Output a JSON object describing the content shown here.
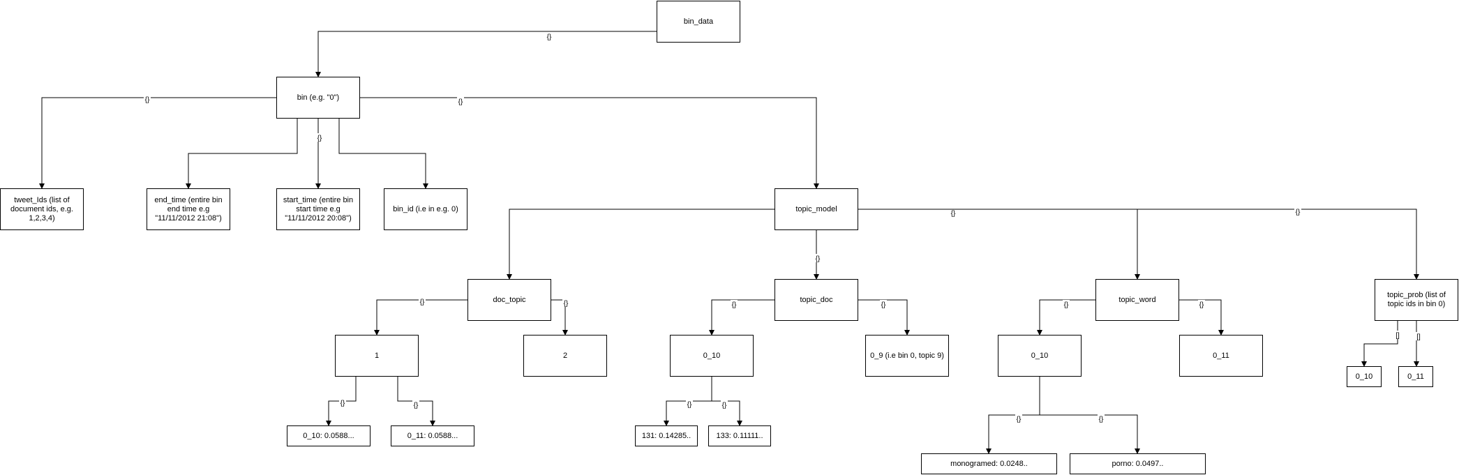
{
  "nodes": {
    "bin_data": "bin_data",
    "bin": "bin (e.g. \"0\")",
    "tweet_ids": "tweet_Ids (list of document ids, e.g. 1,2,3,4)",
    "end_time": "end_time (entire bin end time e.g \"11/11/2012 21:08\")",
    "start_time": "start_time (entire bin start time e.g \"11/11/2012 20:08\")",
    "bin_id": "bin_id (i.e in e.g. 0)",
    "topic_model": "topic_model",
    "doc_topic": "doc_topic",
    "doc_topic_1": "1",
    "doc_topic_2": "2",
    "doc_topic_1_010": "0_10: 0.0588...",
    "doc_topic_1_011": "0_11: 0.0588...",
    "topic_doc": "topic_doc",
    "topic_doc_010": "0_10",
    "topic_doc_09": "0_9 (i.e bin 0, topic 9)",
    "topic_doc_131": "131: 0.14285..",
    "topic_doc_133": "133: 0.11111..",
    "topic_word": "topic_word",
    "topic_word_010": "0_10",
    "topic_word_011": "0_11",
    "word_monogramed": "monogramed: 0.0248..",
    "word_porno": "porno: 0.0497..",
    "topic_prob": "topic_prob (list of topic ids in bin 0)",
    "topic_prob_010": "0_10",
    "topic_prob_011": "0_11"
  },
  "edge_labels": {
    "object": "{}",
    "array": "[]"
  }
}
